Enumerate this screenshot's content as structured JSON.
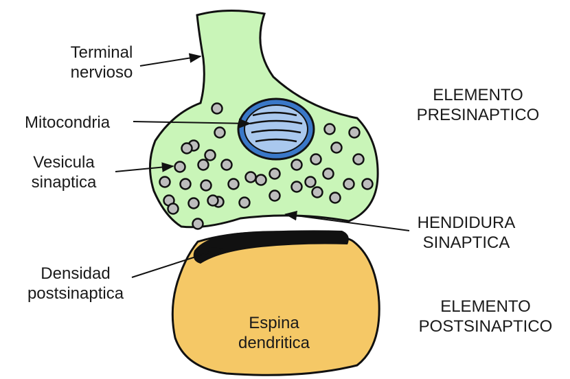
{
  "labels": {
    "terminal": [
      "Terminal",
      "nervioso"
    ],
    "mitocondria": "Mitocondria",
    "vesicula": [
      "Vesicula",
      "sinaptica"
    ],
    "densidad": [
      "Densidad",
      "postsinaptica"
    ],
    "elemento_pre": [
      "ELEMENTO",
      "PRESINAPTICO"
    ],
    "hendidura": [
      "HENDIDURA",
      "SINAPTICA"
    ],
    "elemento_post": [
      "ELEMENTO",
      "POSTSINAPTICO"
    ],
    "espina": [
      "Espina",
      "dendritica"
    ]
  },
  "colors": {
    "presynaptic_fill": "#c9f5b8",
    "postsynaptic_fill": "#f5c866",
    "mitochondria_outer": "#3a78c8",
    "mitochondria_inner": "#a9c8ee",
    "vesicle_fill": "#bdbdbd",
    "density_fill": "#111111",
    "outline": "#111111"
  }
}
